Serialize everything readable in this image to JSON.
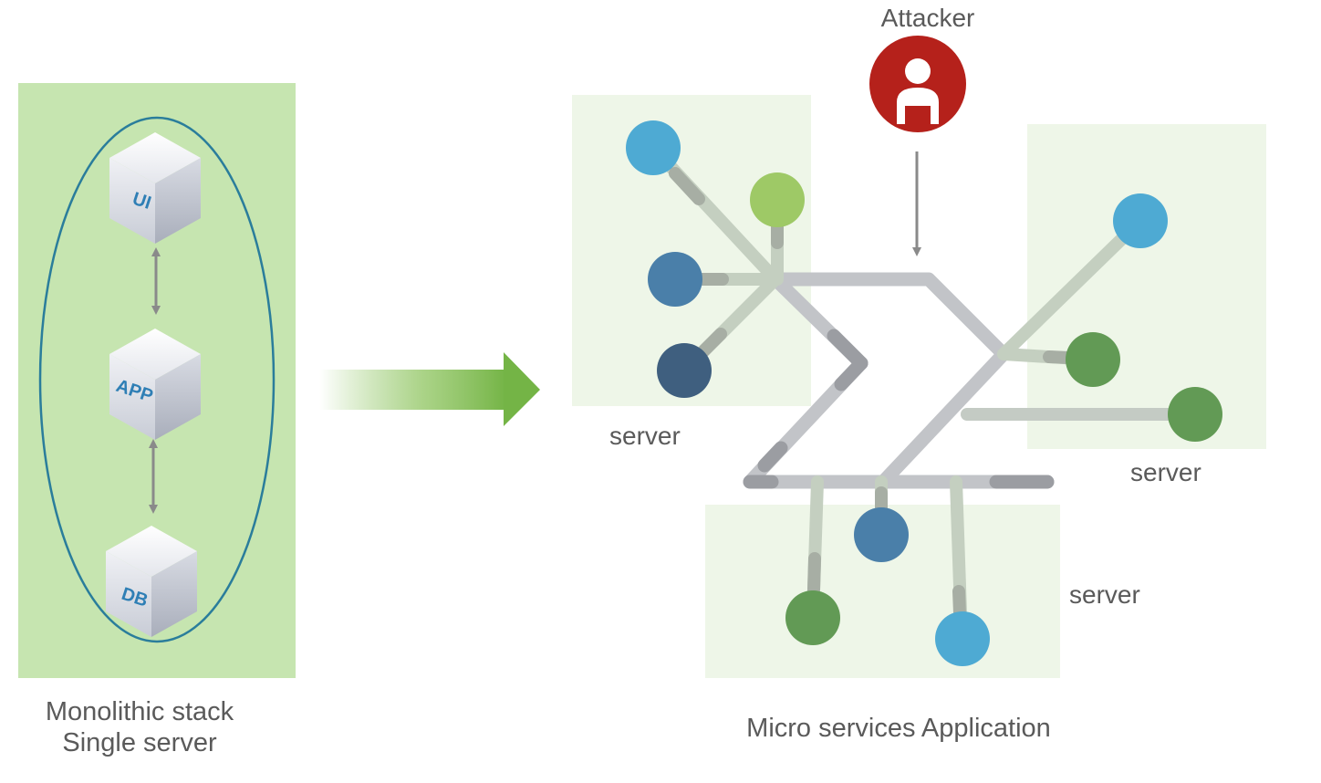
{
  "monolith": {
    "cubes": [
      "UI",
      "APP",
      "DB"
    ],
    "caption_line1": "Monolithic stack",
    "caption_line2": "Single server"
  },
  "microservices": {
    "caption": "Micro services Application",
    "attacker_label": "Attacker",
    "server_labels": [
      "server",
      "server",
      "server"
    ]
  },
  "colors": {
    "panel_green": "#c6e5b0",
    "server_bg": "#eef6e8",
    "ellipse": "#2a7d9b",
    "arrow_green": "#7cbb4a",
    "attacker_red": "#b5211b",
    "node_light_blue": "#4eaad3",
    "node_mid_blue": "#4a7fa9",
    "node_dark_blue": "#3f5f7f",
    "node_light_green": "#9ec966",
    "node_green": "#629a55"
  }
}
